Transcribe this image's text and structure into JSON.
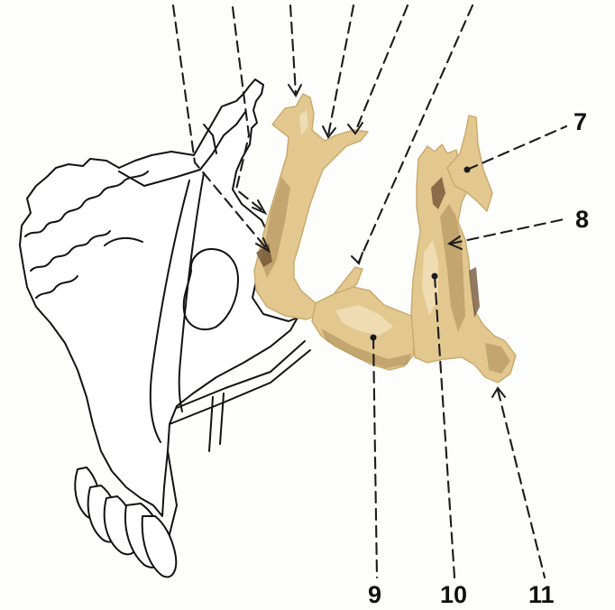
{
  "diagram": {
    "labels": [
      {
        "id": "7",
        "text": "7"
      },
      {
        "id": "8",
        "text": "8"
      },
      {
        "id": "9",
        "text": "9"
      },
      {
        "id": "10",
        "text": "10"
      },
      {
        "id": "11",
        "text": "11"
      }
    ]
  },
  "colors": {
    "bone": "#e2c88f",
    "bone_shadow": "#a98a56",
    "outline": "#121212",
    "background": "#fdfdfb"
  }
}
